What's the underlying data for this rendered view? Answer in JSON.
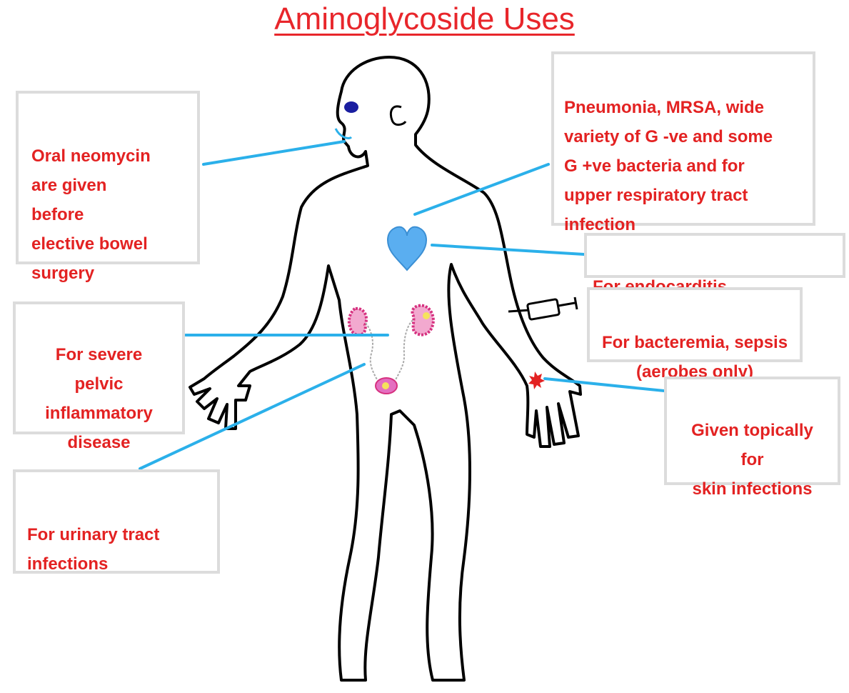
{
  "title": "Aminoglycoside Uses",
  "colors": {
    "title": "#e8262b",
    "label_text": "#e32222",
    "box_border": "#dcdcdc",
    "leader_line": "#2bb0ea",
    "body_outline": "#000000",
    "heart": "#5aaef0",
    "organs": "#e0509a"
  },
  "labels": {
    "oral_neomycin": "Oral neomycin\nare given\nbefore\nelective bowel\nsurgery",
    "pneumonia": "Pneumonia, MRSA, wide\nvariety of G -ve and some\nG +ve bacteria and for\nupper respiratory tract\ninfection",
    "endocarditis": "For endocarditis",
    "bacteremia": "For bacteremia, sepsis\n(aerobes only)",
    "pelvic": "For severe\npelvic\ninflammatory\ndisease",
    "topical": "Given topically\nfor\nskin infections",
    "urinary": "For urinary tract\ninfections"
  },
  "icons": [
    "human-body-outline-icon",
    "eye-icon",
    "mouth-icon",
    "heart-icon",
    "kidney-icon",
    "bladder-icon",
    "syringe-icon",
    "skin-wound-icon"
  ]
}
